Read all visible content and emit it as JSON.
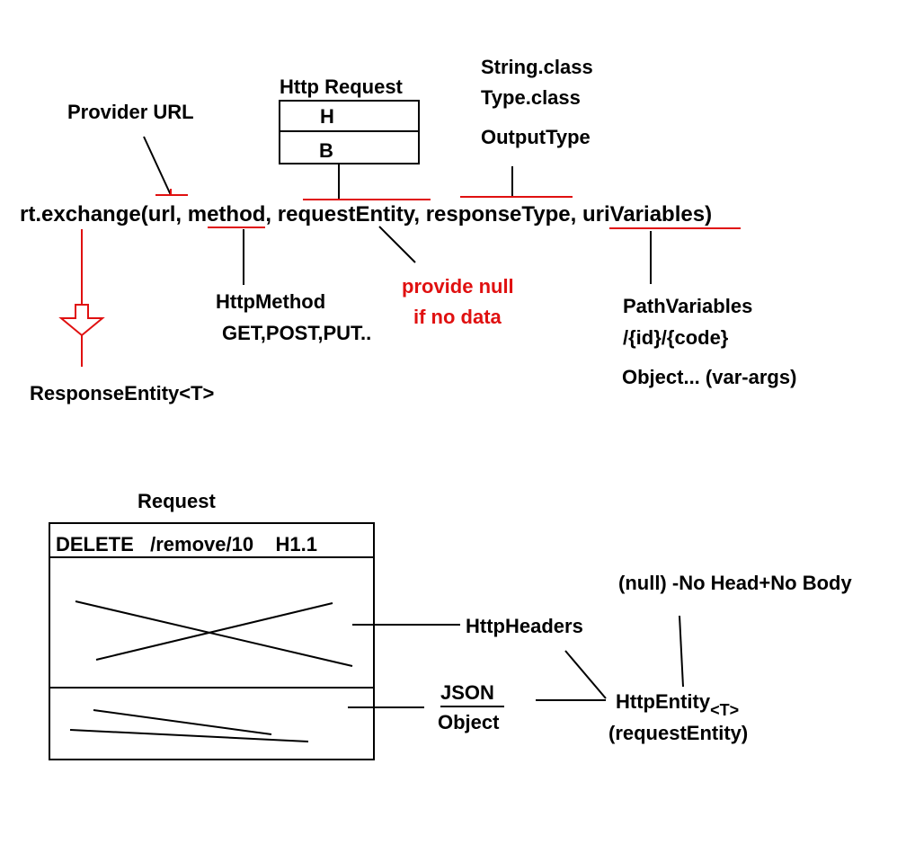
{
  "top": {
    "http_request_title": "Http Request",
    "header_cell": "H",
    "body_cell": "B",
    "provider_url": "Provider URL",
    "output_types": [
      "String.class",
      "Type.class",
      "OutputType"
    ],
    "code_line": {
      "prefix": "rt.exchange(",
      "url": "url",
      "sep1": ", ",
      "method": "method",
      "sep2": ", ",
      "request_entity": "requestEntity",
      "sep3": ", ",
      "response_type": "responseType",
      "sep4": ", ",
      "uri_variables": "uriVariables",
      "suffix": ")"
    },
    "http_method": "HttpMethod",
    "http_method_values": "GET,POST,PUT..",
    "null_note_line1": "provide null",
    "null_note_line2": "if no data",
    "path_variables": "PathVariables",
    "path_example": "/{id}/{code}",
    "var_args": "Object... (var-args)",
    "response_entity": "ResponseEntity<T>"
  },
  "bottom": {
    "request_title": "Request",
    "request_line": "DELETE   /remove/10    H1.1",
    "http_headers": "HttpHeaders",
    "json": "JSON",
    "object": "Object",
    "null_note": "(null) -No Head+No Body",
    "http_entity": "HttpEntity",
    "generic": "<T>",
    "request_entity": "(requestEntity)"
  },
  "colors": {
    "ink": "#000000",
    "accent": "#e01010"
  }
}
